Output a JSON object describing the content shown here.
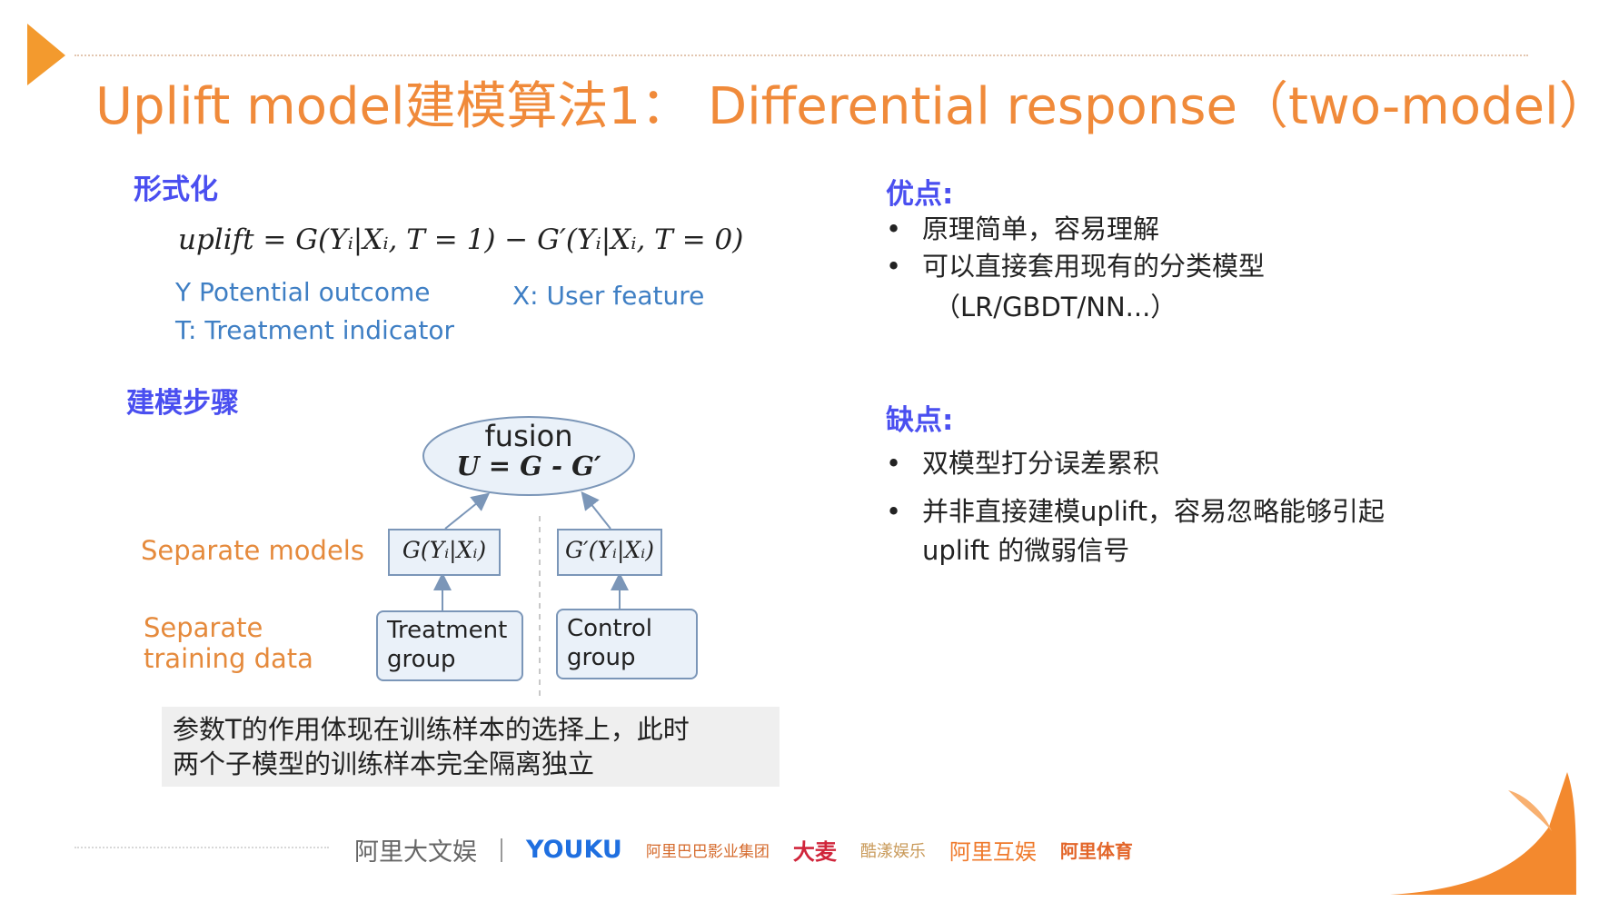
{
  "title": "Uplift model建模算法1： Differential response（two-model）",
  "formalization": {
    "heading": "形式化",
    "formula": "uplift = G(Yᵢ|Xᵢ, T = 1) − G′(Yᵢ|Xᵢ, T = 0)",
    "notes": {
      "y": "Y Potential outcome",
      "x": "X: User feature",
      "t": "T: Treatment indicator"
    }
  },
  "steps": {
    "heading": "建模步骤",
    "fusion_label": "fusion",
    "fusion_formula": "U = G - G′",
    "separate_models_label": "Separate models",
    "separate_training_line1": "Separate",
    "separate_training_line2": "training data",
    "model_g": "G(Yᵢ|Xᵢ)",
    "model_g_prime": "G′(Yᵢ|Xᵢ)",
    "treatment_line1": "Treatment",
    "treatment_line2": "group",
    "control_line1": "Control",
    "control_line2": "group"
  },
  "note": {
    "line1": "参数T的作用体现在训练样本的选择上，此时",
    "line2": "两个子模型的训练样本完全隔离独立"
  },
  "pros": {
    "heading": "优点:",
    "items": [
      "原理简单，容易理解",
      "可以直接套用现有的分类模型"
    ],
    "item2_cont": "（LR/GBDT/NN...）"
  },
  "cons": {
    "heading": "缺点:",
    "items": [
      "双模型打分误差累积",
      "并非直接建模uplift，容易忽略能够引起"
    ],
    "item2_cont": "uplift 的微弱信号"
  },
  "footer": {
    "logos": [
      "阿里大文娱",
      "YOUKU",
      "阿里巴巴影业集团",
      "大麦",
      "酷漾娱乐",
      "阿里互娱",
      "阿里体育"
    ]
  },
  "colors": {
    "title": "#f08a3a",
    "heading": "#4a4ff0",
    "note_blue": "#3f7fc4",
    "label_orange": "#e58a3c",
    "box_border": "#7b96b8",
    "box_fill": "#eaf1f9",
    "arrow": "#7b96b8"
  }
}
